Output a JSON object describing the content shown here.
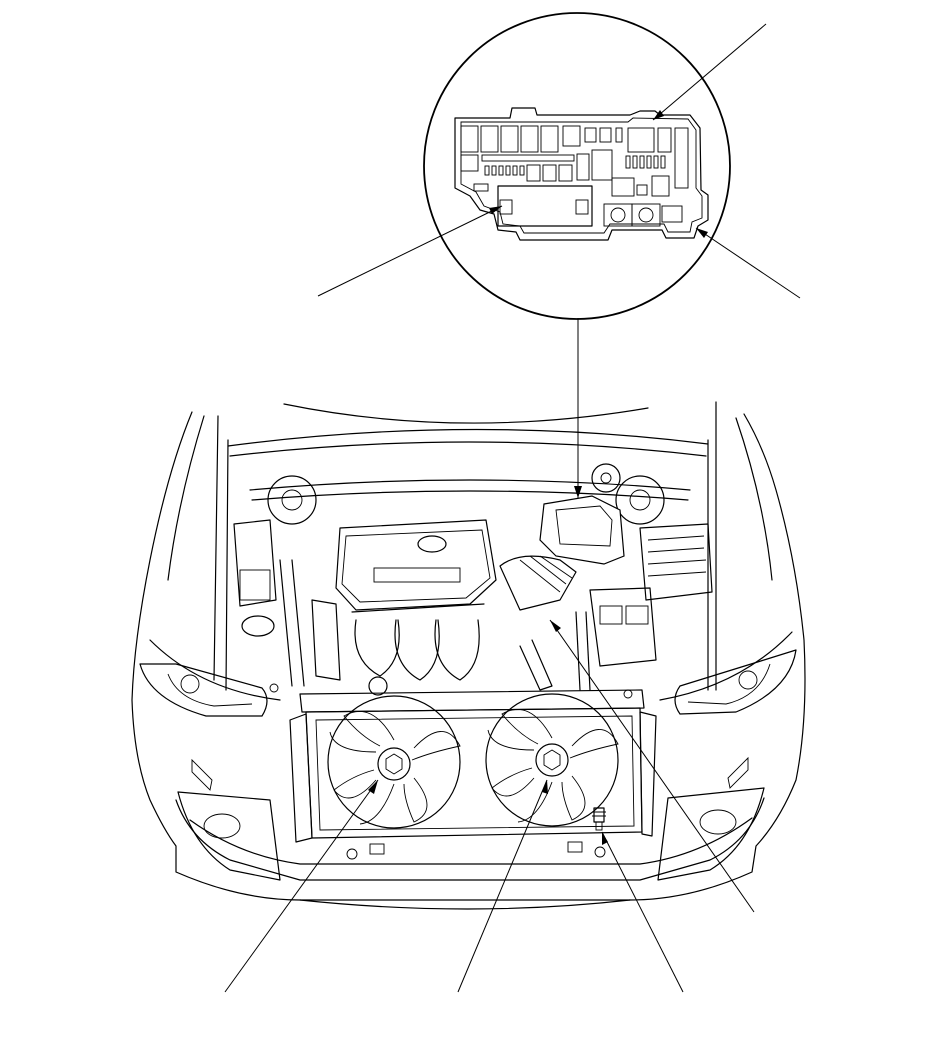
{
  "diagram": {
    "subject": "engine-compartment",
    "inset": "under-hood-fuse-relay-box",
    "colors": {
      "line": "#000000",
      "background": "#ffffff"
    },
    "callouts": [
      {
        "name": "fuse-box-relay-callout"
      },
      {
        "name": "fuse-box-block-callout"
      },
      {
        "name": "fuse-box-connector-callout"
      },
      {
        "name": "left-fan-callout"
      },
      {
        "name": "right-fan-callout"
      },
      {
        "name": "drain-plug-callout"
      },
      {
        "name": "intake-sensor-callout"
      },
      {
        "name": "inset-pointer"
      }
    ]
  }
}
